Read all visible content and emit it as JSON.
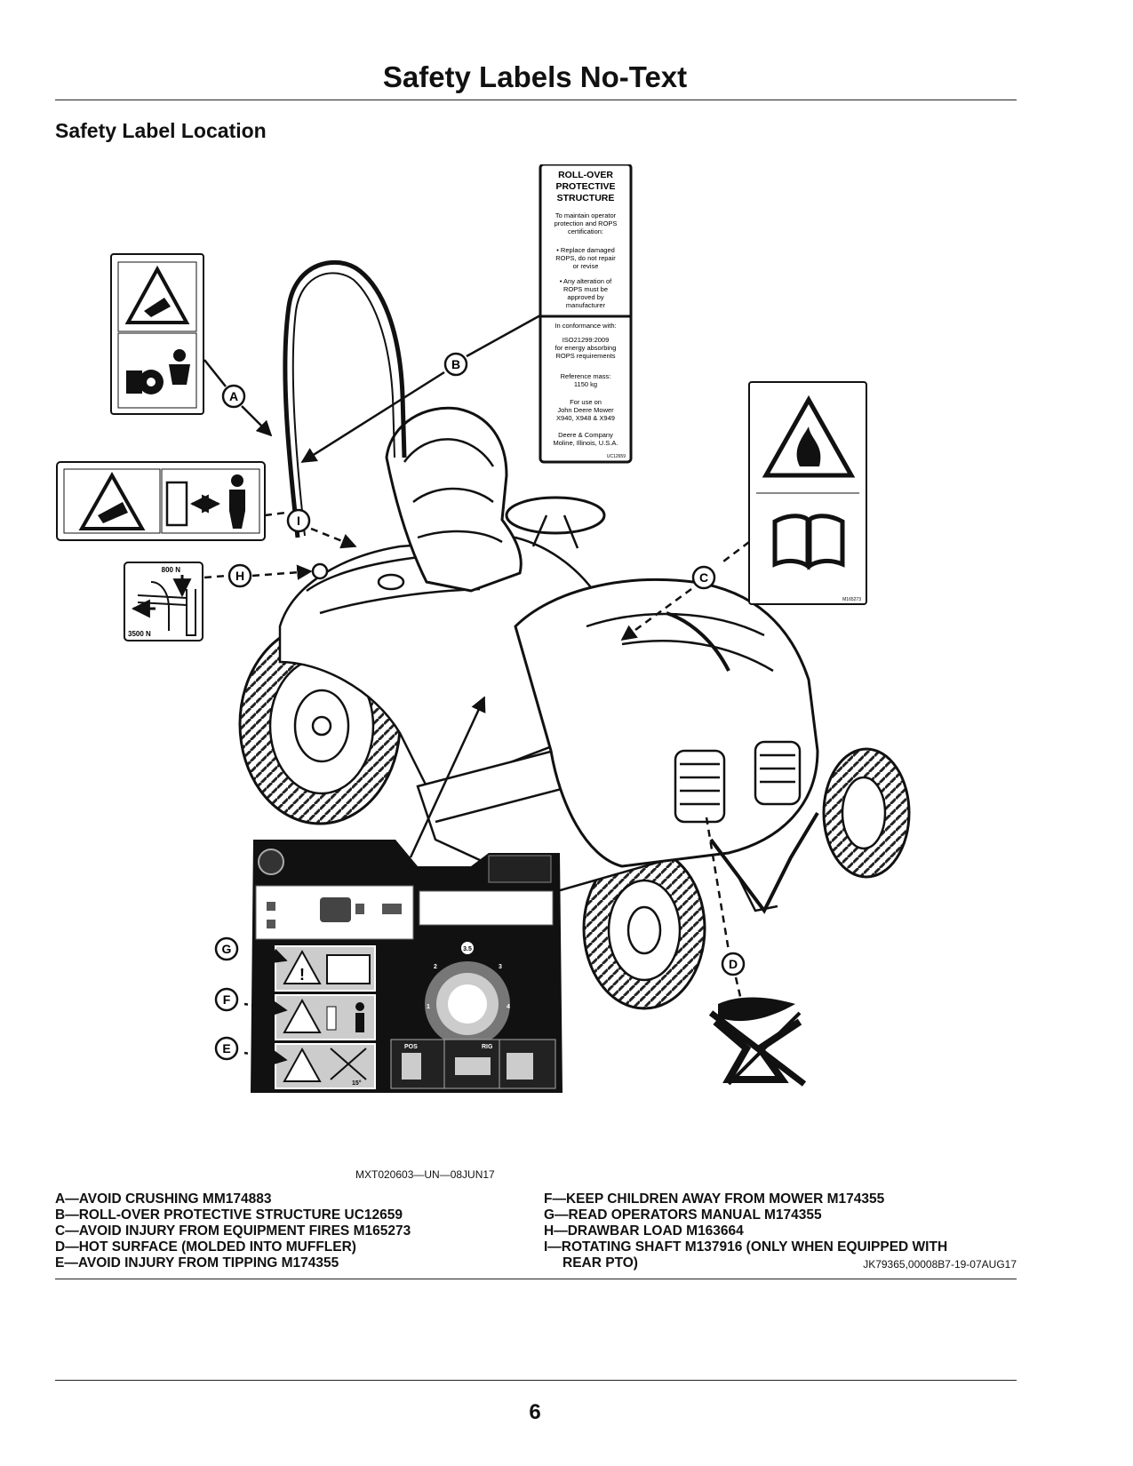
{
  "page": {
    "title": "Safety Labels No-Text",
    "section_heading": "Safety Label Location",
    "page_number": "6"
  },
  "figure": {
    "id": "MXT020603—UN—08JUN17",
    "doc_reference": "JK79365,00008B7-19-07AUG17",
    "callouts": [
      "A",
      "B",
      "C",
      "D",
      "E",
      "F",
      "G",
      "H",
      "I"
    ],
    "rops_label": {
      "title": [
        "ROLL-OVER",
        "PROTECTIVE",
        "STRUCTURE"
      ],
      "intro": [
        "To maintain operator",
        "protection and ROPS",
        "certification:"
      ],
      "bullet1": [
        "• Replace damaged",
        "ROPS, do not repair",
        "or revise"
      ],
      "bullet2": [
        "• Any alteration of",
        "ROPS must be",
        "approved by",
        "manufacturer"
      ],
      "conformance": "In conformance with:",
      "standard": [
        "ISO21299:2009",
        "for energy absorbing",
        "ROPS requirements"
      ],
      "mass": [
        "Reference mass:",
        "1150 kg"
      ],
      "use": [
        "For use on",
        "John Deere Mower",
        "X940, X948 & X949"
      ],
      "company": [
        "Deere & Company",
        "Moline, Illinois, U.S.A."
      ],
      "code": "UC12659"
    },
    "drawbar_label": {
      "vertical_load": "800 N",
      "horizontal_load": "3500 N"
    },
    "fire_label_code": "M165273",
    "dash_label": {
      "dial_top": "3.5",
      "dial_left": "1",
      "dial_right": "4",
      "dial_upper_left": "2",
      "dial_upper_right": "3",
      "lower_left": "POS",
      "lower_right": "RIG",
      "tip_angle": "15°"
    }
  },
  "legend": {
    "left": [
      "A—AVOID CRUSHING MM174883",
      "B—ROLL-OVER PROTECTIVE STRUCTURE UC12659",
      "C—AVOID INJURY FROM EQUIPMENT FIRES M165273",
      "D—HOT SURFACE (MOLDED INTO MUFFLER)",
      "E—AVOID INJURY FROM TIPPING M174355"
    ],
    "right": [
      "F—KEEP CHILDREN AWAY FROM MOWER M174355",
      "G—READ OPERATORS MANUAL M174355",
      "H—DRAWBAR LOAD M163664",
      "I—ROTATING SHAFT M137916 (ONLY WHEN EQUIPPED WITH"
    ],
    "right_continuation": "REAR PTO)"
  }
}
